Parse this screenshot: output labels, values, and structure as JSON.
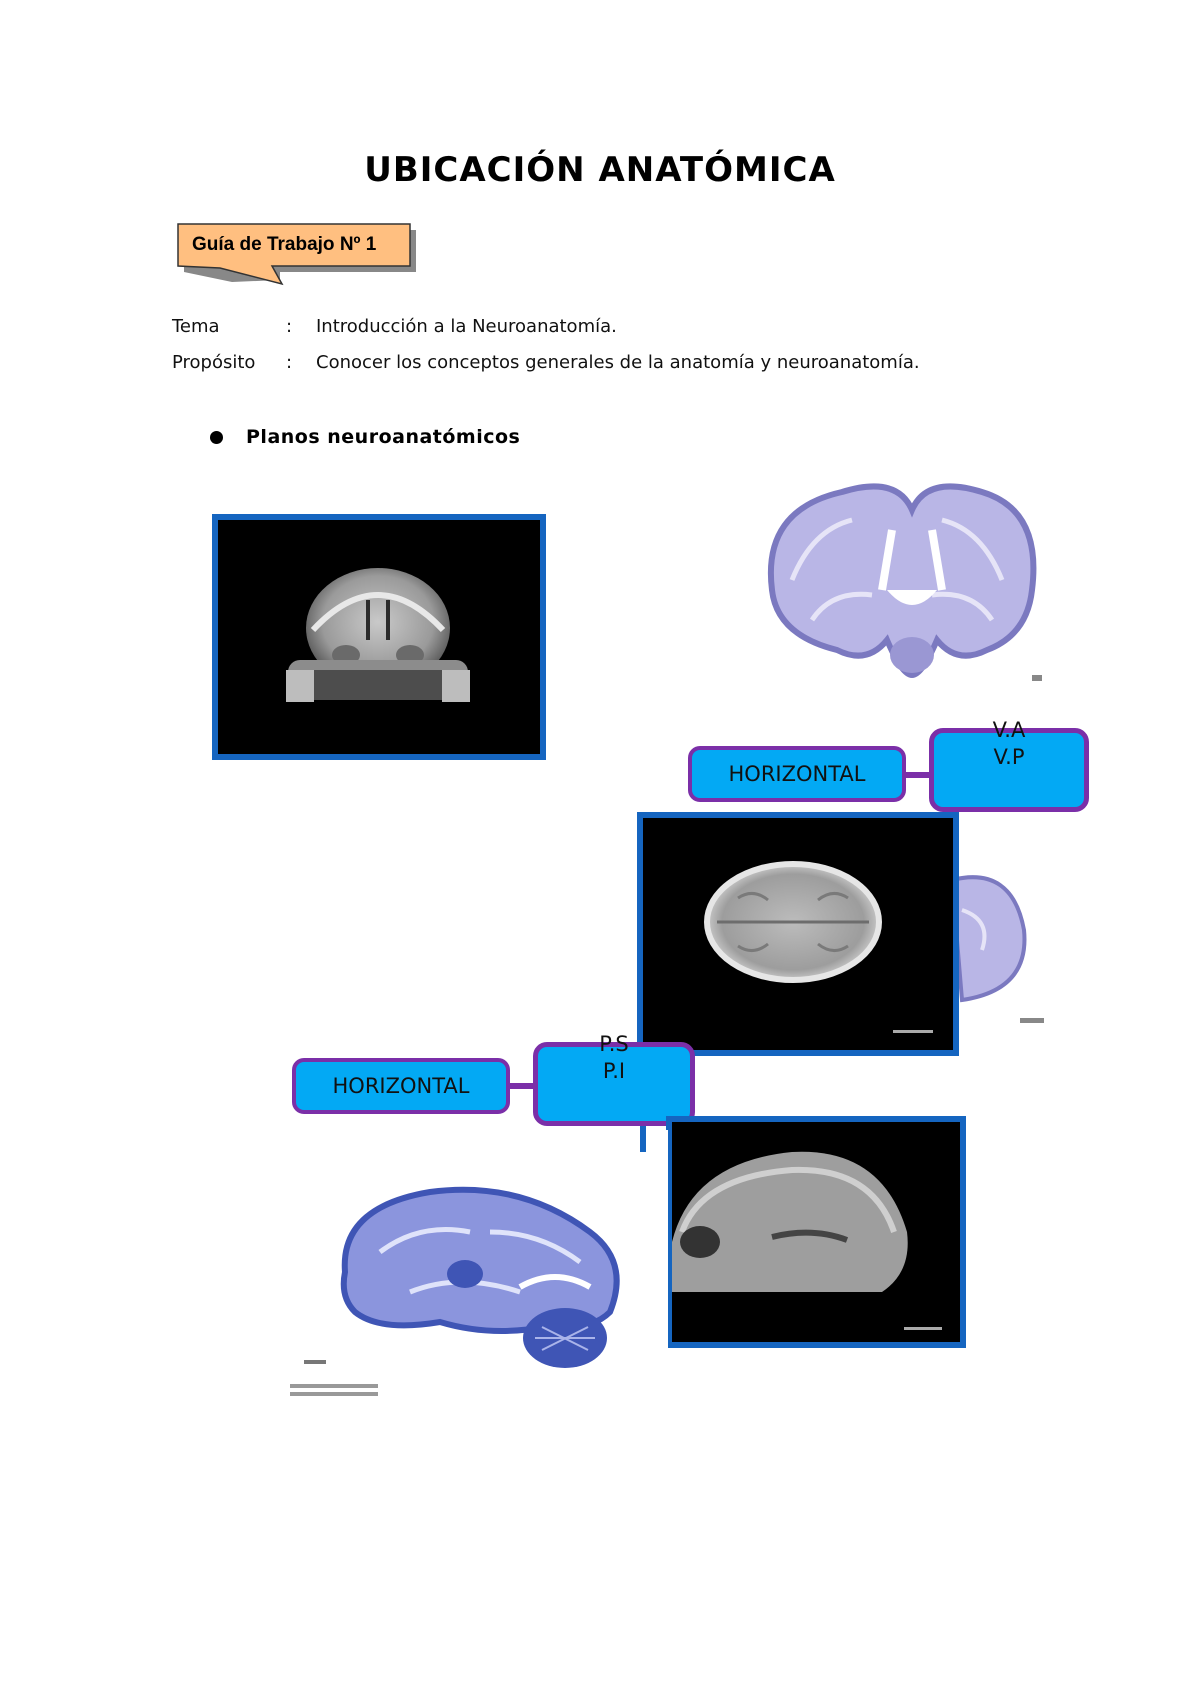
{
  "document": {
    "title": "UBICACIÓN ANATÓMICA",
    "guide_label": "Guía de Trabajo Nº 1",
    "meta": [
      {
        "key": "Tema",
        "sep": ":",
        "value": "Introducción a la Neuroanatomía."
      },
      {
        "key": "Propósito",
        "sep": ":",
        "value": "Conocer los conceptos generales de la anatomía y neuroanatomía."
      }
    ],
    "section_heading": "Planos neuroanatómicos"
  },
  "labels": {
    "upper": {
      "plane": "HORIZONTAL",
      "line1": "V.A",
      "line2": "V.P"
    },
    "lower": {
      "plane": "HORIZONTAL",
      "line1": "P.S",
      "line2": "P.I"
    }
  },
  "colors": {
    "frame_blue": "#1565c0",
    "label_fill": "#03a9f4",
    "label_border": "#7b2fa8",
    "guide_fill": "#ffbf80",
    "stain_purple": "#7b79c0",
    "stain_blue": "#3f55b5"
  },
  "images": [
    {
      "name": "coronal-mri"
    },
    {
      "name": "coronal-histology"
    },
    {
      "name": "axial-mri"
    },
    {
      "name": "axial-histology-partial"
    },
    {
      "name": "sagittal-mri"
    },
    {
      "name": "sagittal-histology"
    }
  ]
}
